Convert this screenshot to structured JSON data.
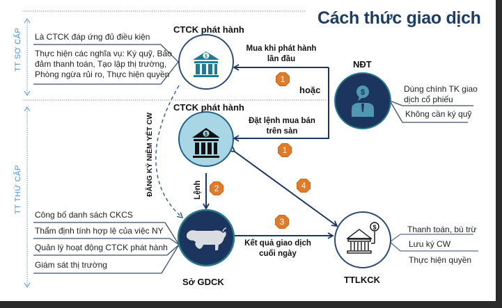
{
  "title": "Cách thức giao dịch",
  "zones": {
    "primary": "TT SƠ CẤP",
    "secondary": "TT THỨ CẤP"
  },
  "nodes": {
    "issuer_top": {
      "label": "CTCK phát hành",
      "icon": "bank-dollar-icon"
    },
    "issuer_mid": {
      "label": "CTCK phát hành",
      "icon": "bank-dollar-icon"
    },
    "investor": {
      "label": "NĐT",
      "icon": "investor-dollar-icon"
    },
    "exchange": {
      "label": "Sở GDCK",
      "icon": "bull-icon"
    },
    "depository": {
      "label": "TTLKCK",
      "icon": "bank-dollar-outline-icon"
    }
  },
  "flows": {
    "buy_initial": {
      "line1": "Mua khi phát hành",
      "line2": "lần đầu",
      "step": "1"
    },
    "or": "hoặc",
    "order_exchange": {
      "line1": "Đặt lệnh mua bán",
      "line2": "trên sàn",
      "step": "1"
    },
    "order": {
      "label": "Lệnh",
      "step": "2"
    },
    "end_of_day": {
      "line1": "Kết quả giao dịch",
      "line2": "cuối ngày",
      "step": "3"
    },
    "settlement": {
      "step": "4"
    },
    "listing_registration": "ĐĂNG KÝ NIÊM YẾT CW"
  },
  "issuer_notes": {
    "header": "Là CTCK đáp ứng đủ điều kiện",
    "body": [
      "Thực hiện các nghĩa vụ: Ký quỹ, Bảo",
      "đảm thanh toán, Tạo lập thị trường,",
      "Phòng ngừa rủi ro, Thực hiện quyền"
    ]
  },
  "investor_notes": [
    [
      "Dùng chính TK giao",
      "dịch cổ phiếu"
    ],
    [
      "Không cần ký quỹ"
    ]
  ],
  "exchange_notes": [
    "Công bố danh sách CKCS",
    "Thẩm định tính hợp lệ của việc NY",
    "Quản lý hoạt động CTCK phát hành",
    "Giám sát thị trường"
  ],
  "depository_notes": [
    "Thanh toán, bù trừ",
    "Lưu ký CW",
    "Thực hiện quyền"
  ],
  "colors": {
    "title": "#1f3d63",
    "navy": "#1c355e",
    "teal": "#1f7a93",
    "light_blue": "#a9d6e5",
    "badge": "#e07b2a",
    "zone_text": "#4a8fd4"
  }
}
